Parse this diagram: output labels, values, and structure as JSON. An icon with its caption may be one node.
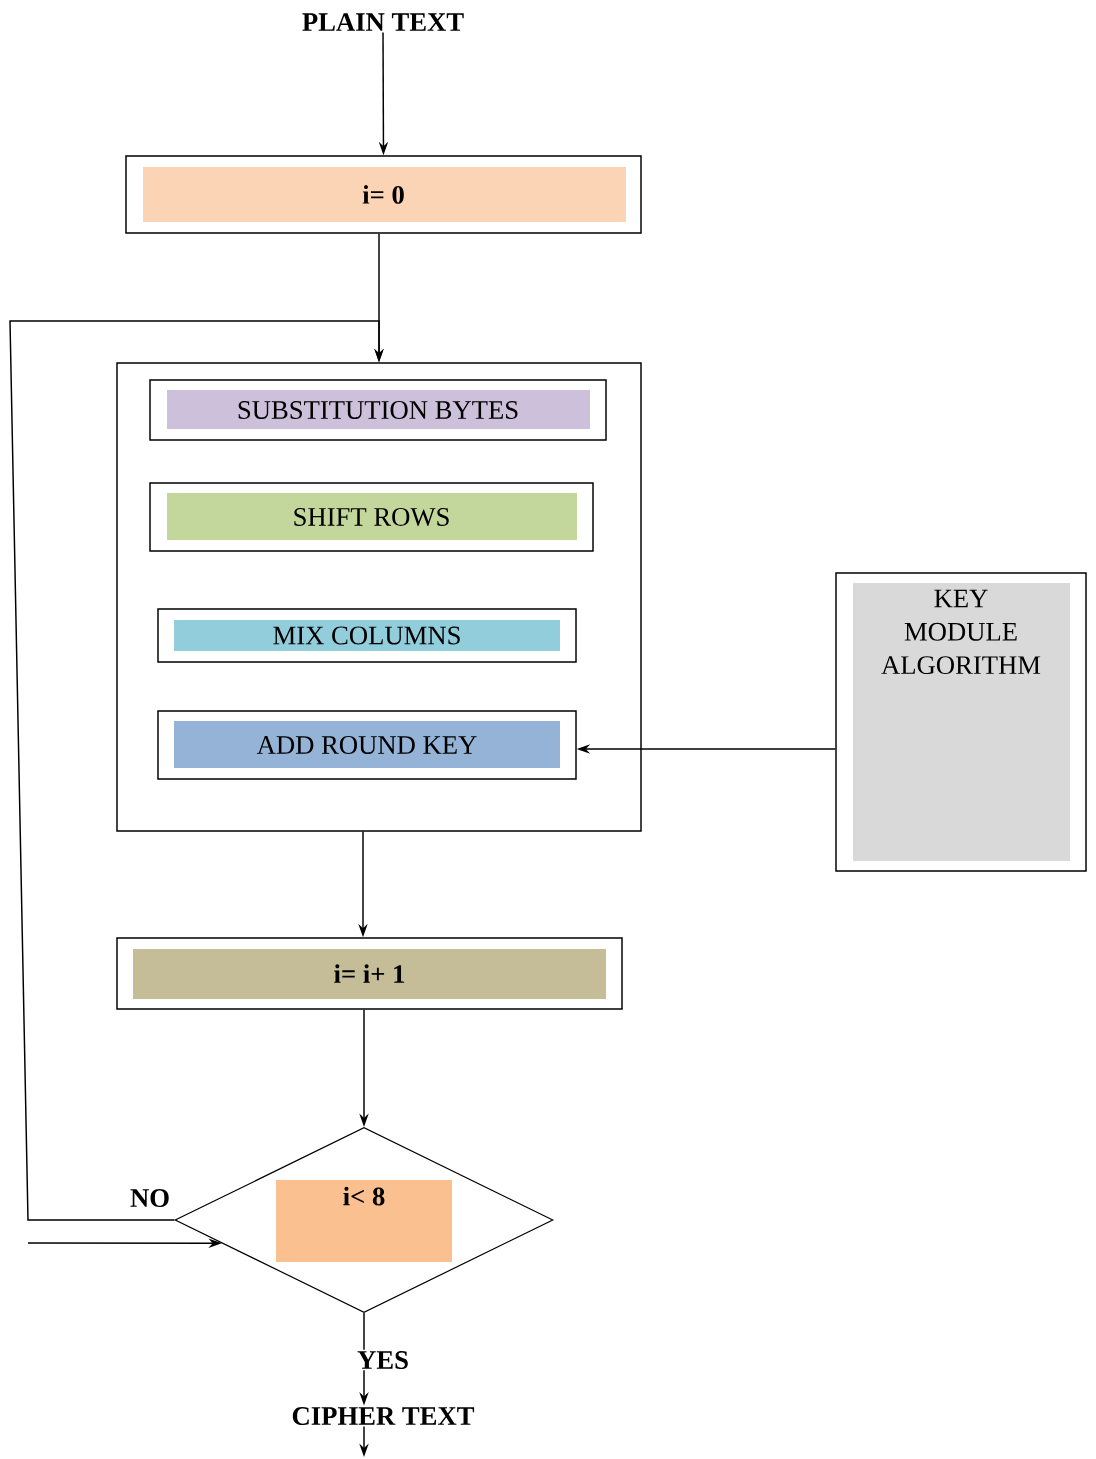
{
  "diagram": {
    "nodes": [
      {
        "text": [
          "PLAIN TEXT"
        ]
      },
      {
        "text": [
          "i= 0"
        ]
      },
      {
        "text": [],
        "shape": "box"
      },
      {
        "text": [
          "SUBSTITUTION BYTES"
        ],
        "in": 2
      },
      {
        "text": [
          "SHIFT ROWS"
        ],
        "in": 2
      },
      {
        "text": [
          "MIX COLUMNS"
        ],
        "in": 2
      },
      {
        "text": [
          "ADD ROUND KEY"
        ],
        "in": 2
      },
      {
        "text": [
          "KEY MODULE ALGORITHM"
        ]
      },
      {
        "text": [
          "i= i+ 1"
        ]
      },
      {
        "text": [
          "i< 8"
        ]
      },
      {
        "text": [
          "CIPHER TEXT"
        ]
      }
    ],
    "edges": [
      {
        "from": 0,
        "to": 1,
        "arrow": "to"
      },
      {
        "from": 1,
        "to": 2,
        "arrow": "to"
      },
      {
        "from": 9,
        "to": 2,
        "arrow": "to",
        "label": "NO"
      },
      {
        "from": null,
        "to": 9,
        "arrow": "to"
      },
      {
        "from": 7,
        "to": 6,
        "arrow": "to"
      },
      {
        "from": 2,
        "to": 8,
        "arrow": "to"
      },
      {
        "from": 8,
        "to": 9,
        "arrow": "to"
      },
      {
        "from": 9,
        "to": 10,
        "arrow": "to",
        "label": "YES"
      },
      {
        "from": 10,
        "to": null,
        "arrow": "to"
      }
    ]
  }
}
